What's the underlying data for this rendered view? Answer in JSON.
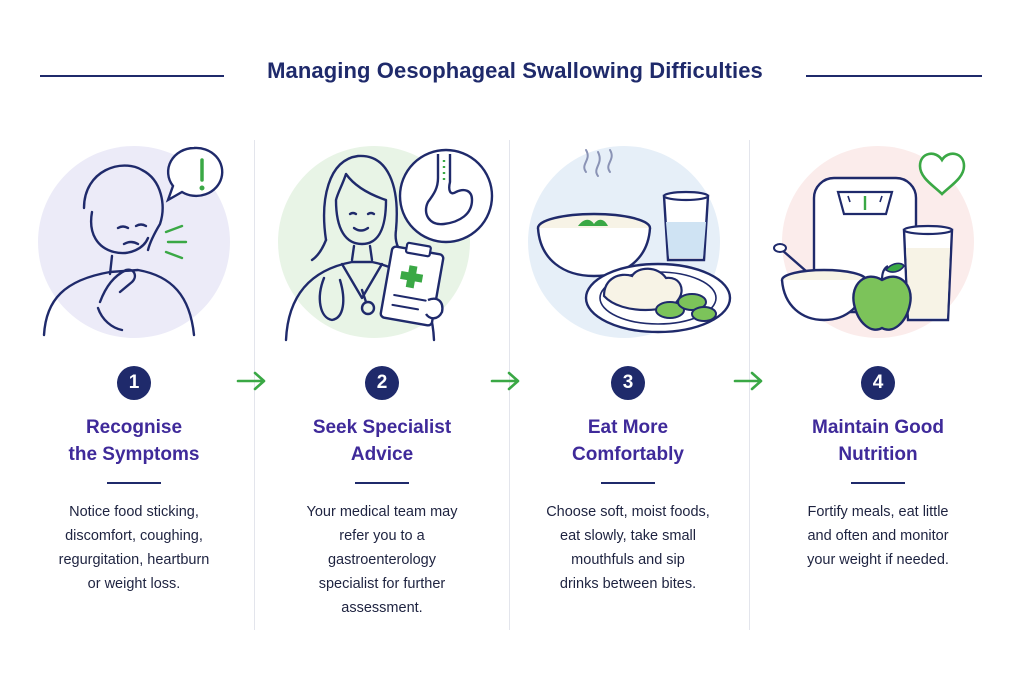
{
  "title": "Managing Oesophageal Swallowing Difficulties",
  "steps": [
    {
      "number": "1",
      "heading": [
        "Recognise",
        "the Symptoms"
      ],
      "description": [
        "Notice food sticking,",
        "discomfort, coughing,",
        "regurgitation, heartburn",
        "or weight loss."
      ],
      "illustration": "person-throat-discomfort",
      "bg_color": "#ecebf8"
    },
    {
      "number": "2",
      "heading": [
        "Seek Specialist",
        "Advice"
      ],
      "description": [
        "Your medical team may",
        "refer you to a",
        "gastroenterology",
        "specialist for further",
        "assessment."
      ],
      "illustration": "doctor-clipboard-stomach",
      "bg_color": "#e8f4e6"
    },
    {
      "number": "3",
      "heading": [
        "Eat More",
        "Comfortably"
      ],
      "description": [
        "Choose soft, moist foods,",
        "eat slowly, take small",
        "mouthfuls and sip",
        "drinks between bites."
      ],
      "illustration": "soft-food-and-water",
      "bg_color": "#e6eff8"
    },
    {
      "number": "4",
      "heading": [
        "Maintain Good",
        "Nutrition"
      ],
      "description": [
        "Fortify meals, eat little",
        "and often and monitor",
        "your weight if needed."
      ],
      "illustration": "scale-bowl-apple-milk",
      "bg_color": "#fbeceb"
    }
  ],
  "colors": {
    "navy": "#1f2a6b",
    "purple": "#3f2a9a",
    "green": "#3aa845",
    "text": "#1e2340"
  },
  "icons": [
    "exclamation-bubble-icon",
    "stomach-icon",
    "medical-cross-icon",
    "heart-icon",
    "arrow-right-icon"
  ]
}
